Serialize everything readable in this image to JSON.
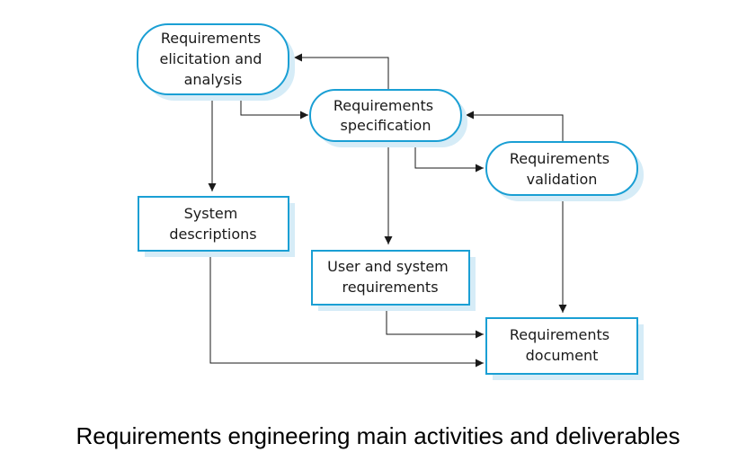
{
  "nodes": {
    "elicitation": {
      "lines": [
        "Requirements",
        "elicitation and",
        "analysis"
      ]
    },
    "specification": {
      "lines": [
        "Requirements",
        "specification"
      ]
    },
    "validation": {
      "lines": [
        "Requirements",
        "validation"
      ]
    },
    "system_descriptions": {
      "lines": [
        "System",
        "descriptions"
      ]
    },
    "user_system_requirements": {
      "lines": [
        "User and system",
        "requirements"
      ]
    },
    "requirements_document": {
      "lines": [
        "Requirements",
        "document"
      ]
    }
  },
  "caption": "Requirements engineering main activities and deliverables",
  "colors": {
    "border": "#1a9fd4",
    "shadow": "#d6ecf7",
    "line": "#1a1a1a"
  }
}
